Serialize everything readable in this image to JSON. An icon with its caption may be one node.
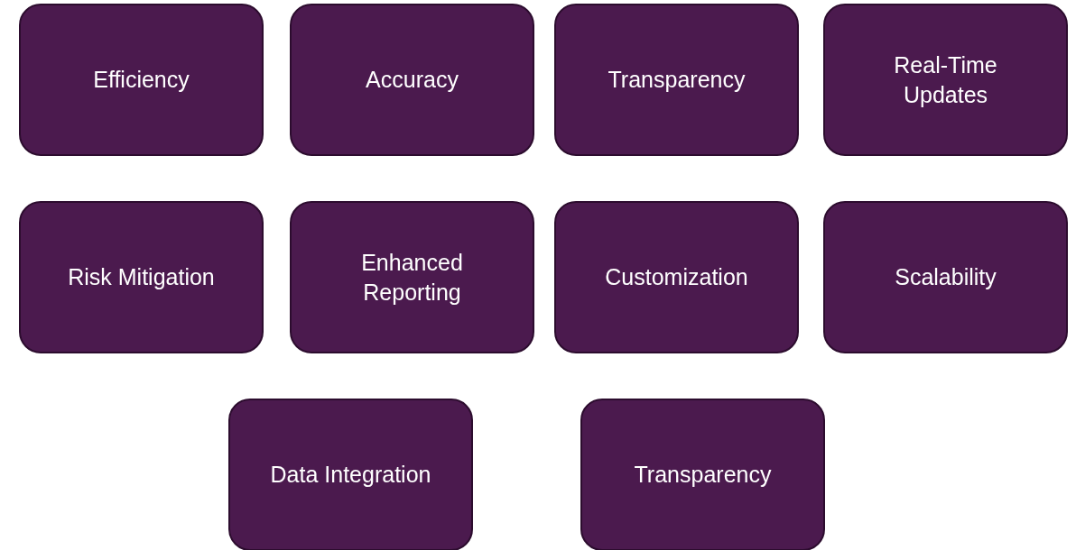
{
  "diagram": {
    "nodes": [
      {
        "text": [
          "Efficiency"
        ]
      },
      {
        "text": [
          "Accuracy"
        ]
      },
      {
        "text": [
          "Transparency"
        ]
      },
      {
        "text": [
          "Real-Time Updates"
        ]
      },
      {
        "text": [
          "Risk Mitigation"
        ]
      },
      {
        "text": [
          "Enhanced Reporting"
        ]
      },
      {
        "text": [
          "Customization"
        ]
      },
      {
        "text": [
          "Scalability"
        ]
      },
      {
        "text": [
          "Data Integration"
        ]
      },
      {
        "text": [
          "Transparency"
        ]
      }
    ]
  }
}
